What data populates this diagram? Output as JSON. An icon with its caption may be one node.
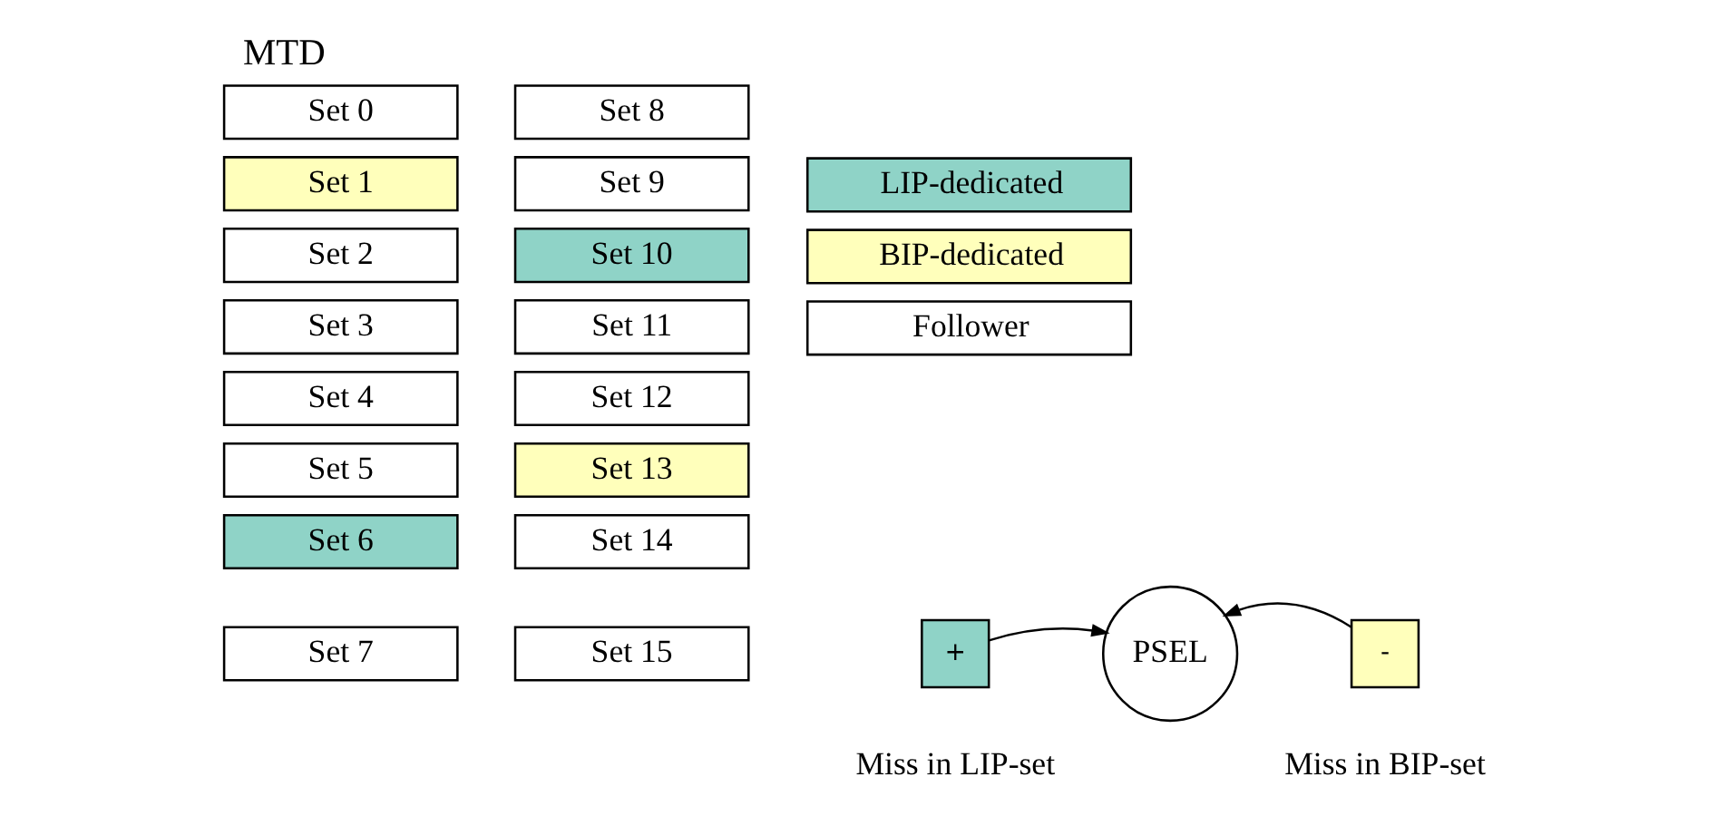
{
  "diagram": {
    "title": "MTD",
    "nodes": [
      {
        "text": [
          "Set 0"
        ]
      },
      {
        "text": [
          "Set 1"
        ]
      },
      {
        "text": [
          "Set 2"
        ]
      },
      {
        "text": [
          "Set 3"
        ]
      },
      {
        "text": [
          "Set 4"
        ]
      },
      {
        "text": [
          "Set 5"
        ]
      },
      {
        "text": [
          "Set 6"
        ]
      },
      {
        "text": [
          "Set 7"
        ]
      },
      {
        "text": [
          "Set 8"
        ]
      },
      {
        "text": [
          "Set 9"
        ]
      },
      {
        "text": [
          "Set 10"
        ]
      },
      {
        "text": [
          "Set 11"
        ]
      },
      {
        "text": [
          "Set 12"
        ]
      },
      {
        "text": [
          "Set 13"
        ]
      },
      {
        "text": [
          "Set 14"
        ]
      },
      {
        "text": [
          "Set 15"
        ]
      },
      {
        "text": [
          "PSEL"
        ]
      },
      {
        "text": [
          "+"
        ],
        "beside": [
          "Miss in LIP-set"
        ]
      },
      {
        "text": [
          "-"
        ],
        "beside": [
          "Miss in BIP-set"
        ]
      }
    ],
    "edges": [
      {
        "from": 17,
        "to": 16,
        "arrow": "to"
      },
      {
        "from": 18,
        "to": 16,
        "arrow": "to"
      }
    ],
    "legend": [
      {
        "text": "LIP-dedicated",
        "color": "#8fd3c7"
      },
      {
        "text": "BIP-dedicated",
        "color": "#ffffbb"
      },
      {
        "text": "Follower",
        "color": "#ffffff"
      }
    ]
  }
}
